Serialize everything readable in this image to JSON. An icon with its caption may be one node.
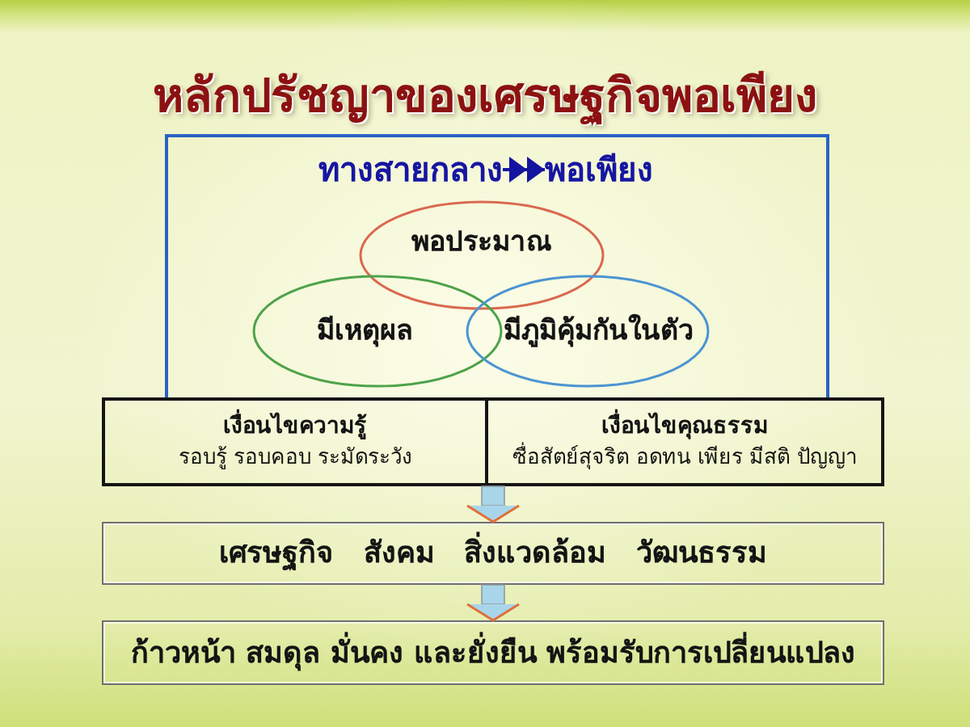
{
  "diagram": {
    "title": "หลักปรัชญาของเศรษฐกิจพอเพียง",
    "nodes": [
      {
        "text": [],
        "shape": "box"
      },
      {
        "text": [
          "ทางสายกลาง"
        ],
        "in": 0
      },
      {
        "text": [
          "พอเพียง"
        ],
        "in": 0
      },
      {
        "text": [
          "พอประมาณ"
        ],
        "in": 0
      },
      {
        "text": [
          "มีเหตุผล"
        ],
        "in": 0
      },
      {
        "text": [
          "มีภูมิคุ้มกันในตัว"
        ],
        "in": 0
      },
      {
        "text": [],
        "shape": "box"
      },
      {
        "text": [
          "เงื่อนไขความรู้",
          "รอบรู้ รอบคอบ ระมัดระวัง"
        ],
        "in": 6
      },
      {
        "text": [
          "เงื่อนไขคุณธรรม",
          "ซื่อสัตย์สุจริต อดทน เพียร มีสติ ปัญญา"
        ],
        "in": 6
      },
      {
        "text": [
          "เศรษฐกิจ สังคม สิ่งแวดล้อม วัฒนธรรม"
        ]
      },
      {
        "text": [
          "ก้าวหน้า สมดุล มั่นคง และยั่งยืน พร้อมรับการเปลี่ยนแปลง"
        ]
      }
    ],
    "edges": [
      {
        "from": 1,
        "to": 2,
        "arrow": "to",
        "color": "#1414a0"
      },
      {
        "from": 6,
        "to": 9,
        "arrow": "to"
      },
      {
        "from": 9,
        "to": 10,
        "arrow": "to"
      }
    ]
  }
}
